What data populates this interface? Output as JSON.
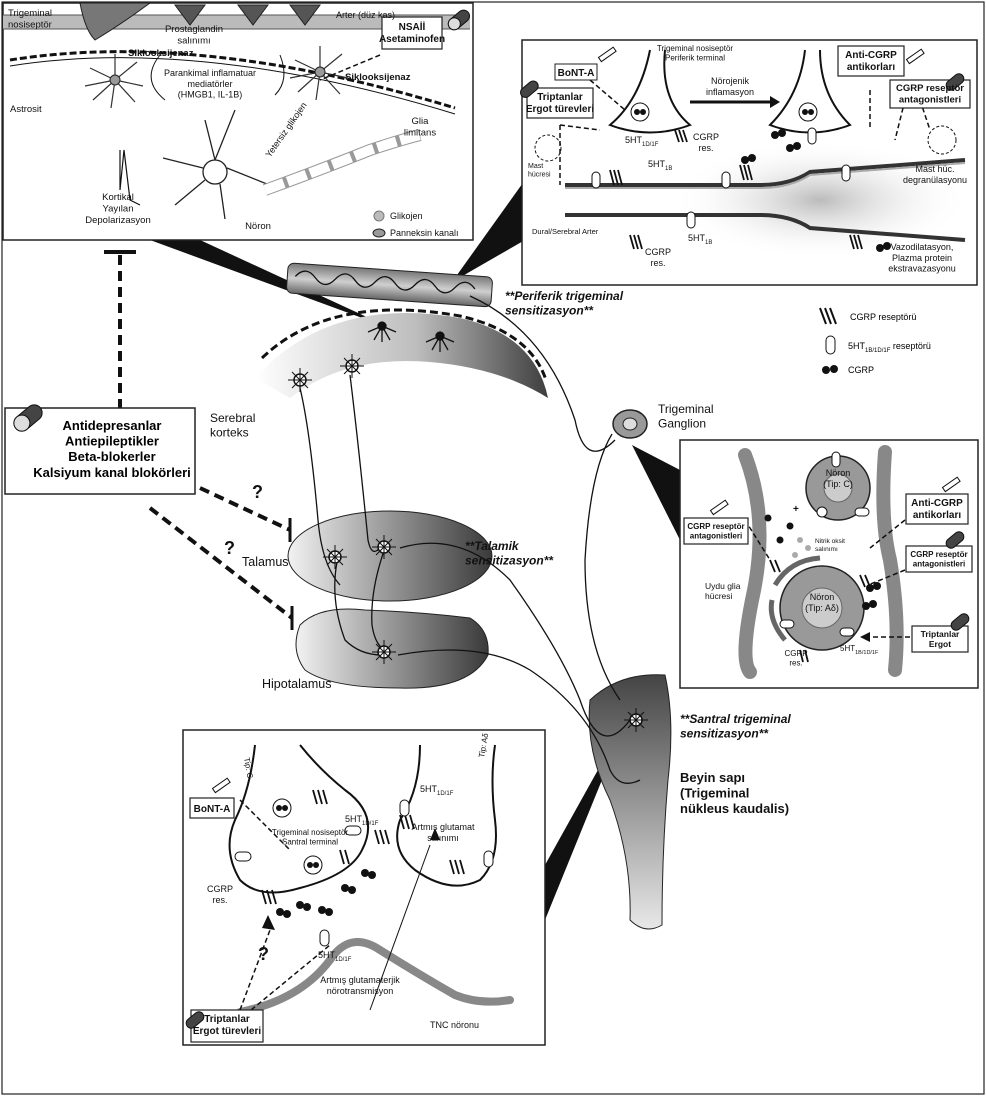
{
  "colors": {
    "ink": "#111111",
    "panel_border": "#222222",
    "gray_dark": "#555555",
    "gray_mid": "#9a9a9a",
    "gray_light": "#d9d9d9",
    "background": "#ffffff"
  },
  "icons": [
    "pill-icon",
    "syringe-icon",
    "cgrp-receptor-icon",
    "5ht-receptor-icon",
    "cgrp-molecule-icon",
    "neuron-icon",
    "mast-cell-icon",
    "glycogen-icon",
    "pannexin-channel-icon"
  ],
  "top_left_panel": {
    "trigeminal_nociceptor": "Trigeminal\nnosiseptör",
    "artery": "Arter (düz kas)",
    "prostaglandin_release": "Prostaglandin\nsalınımı",
    "nsaid_box": "NSAİİ\nAsetaminofen",
    "cyclooxygenase_left": "Siklooksijenaz",
    "cyclooxygenase_right": "Siklooksijenaz",
    "parenchymal_mediators": "Parankimal inflamatuar\nmediatörler\n(HMGB1, IL-1B)",
    "astrocyte": "Astrosit",
    "glia_limitans": "Glia\nlimitans",
    "insufficient_glycogen": "Yetersiz glikojen",
    "csd": "Kortikal\nYayılan\nDepolarizasyon",
    "neuron": "Nöron",
    "legend_glycogen": "Glikojen",
    "legend_pannexin": "Panneksin kanalı"
  },
  "top_right_panel": {
    "peripheral_terminal": "Trigeminal nosiseptör\nPeriferik terminal",
    "bonta": "BoNT-A",
    "triptans": "Triptanlar\nErgot türevleri",
    "neurogenic_inflammation": "Nörojenik\ninflamasyon",
    "anti_cgrp": "Anti-CGRP\nantikorları",
    "cgrp_antagonists": "CGRP reseptör\nantagonistleri",
    "mast_cell": "Mast\nhücresi",
    "mast_degranulation": "Mast hüc.\ndegranülasyonu",
    "ht1d1f": "5HT",
    "ht1d1f_sub": "1D/1F",
    "cgrp_res": "CGRP\nres.",
    "ht1b": "5HT",
    "ht1b_sub": "1B",
    "dural_artery": "Dural/Serebral Arter",
    "cgrp_res_2": "CGRP\nres.",
    "ht1b_2": "5HT",
    "ht1b_2_sub": "1B",
    "vasodilation": "Vazodilatasyon,\nPlazma protein\nekstravazasyonu"
  },
  "legend": {
    "cgrp_receptor": "CGRP reseptörü",
    "ht_receptor": "5HT",
    "ht_receptor_sub": "1B/1D/1F",
    "ht_receptor_suffix": " reseptörü",
    "cgrp": "CGRP"
  },
  "center": {
    "peripheral_sensitization": "**Periferik trigeminal\nsensitizasyon**",
    "cerebral_cortex": "Serebral\nkorteks",
    "trigeminal_ganglion": "Trigeminal\nGanglion",
    "drug_box": "Antidepresanlar\nAntiepileptikler\nBeta-blokerler\nKalsiyum kanal blokörleri",
    "question_1": "?",
    "question_2": "?",
    "thalamus": "Talamus",
    "thalamic_sensitization": "**Talamik\nsensitizasyon**",
    "hypothalamus": "Hipotalamus",
    "central_sensitization": "**Santral trigeminal\nsensitizasyon**",
    "brainstem": "Beyin sapı\n(Trigeminal\nnükleus kaudalis)"
  },
  "right_mid_panel": {
    "neuron_c": "Nöron\n(Tip: C)",
    "anti_cgrp": "Anti-CGRP\nantikorları",
    "cgrp_antagonists_left": "CGRP reseptör\nantagonistleri",
    "nitric_oxide": "Nitrik oksit\nsalınımı",
    "cgrp_antagonists_right": "CGRP reseptör\nantagonistleri",
    "satellite_glia": "Uydu glia\nhücresi",
    "neuron_ad": "Nöron\n(Tip: Aδ)",
    "triptans_ergot": "Triptanlar\nErgot",
    "cgrp_res": "CGRP\nres.",
    "ht": "5HT",
    "ht_sub": "1B/1D/1F",
    "plus": "+"
  },
  "bottom_panel": {
    "type_c": "Tip: C",
    "type_ad": "Tip: Aδ",
    "bonta": "BoNT-A",
    "ht1d1f_top": "5HT",
    "ht1d1f_top_sub": "1D/1F",
    "ht1d1f_mid": "5HT",
    "ht1d1f_mid_sub": "1D/1F",
    "central_terminal": "Trigeminal nosiseptör\nSantral terminal",
    "glutamate_release": "Artmış glutamat\nsalınımı",
    "cgrp_res": "CGRP\nres.",
    "question": "?",
    "ht1d1f_bottom": "5HT",
    "ht1d1f_bottom_sub": "1D/1F",
    "glutamatergic": "Artmış glutamaterjik\nnörotransmisyon",
    "tnc_neuron": "TNC nöronu",
    "triptans": "Triptanlar\nErgot türevleri"
  }
}
